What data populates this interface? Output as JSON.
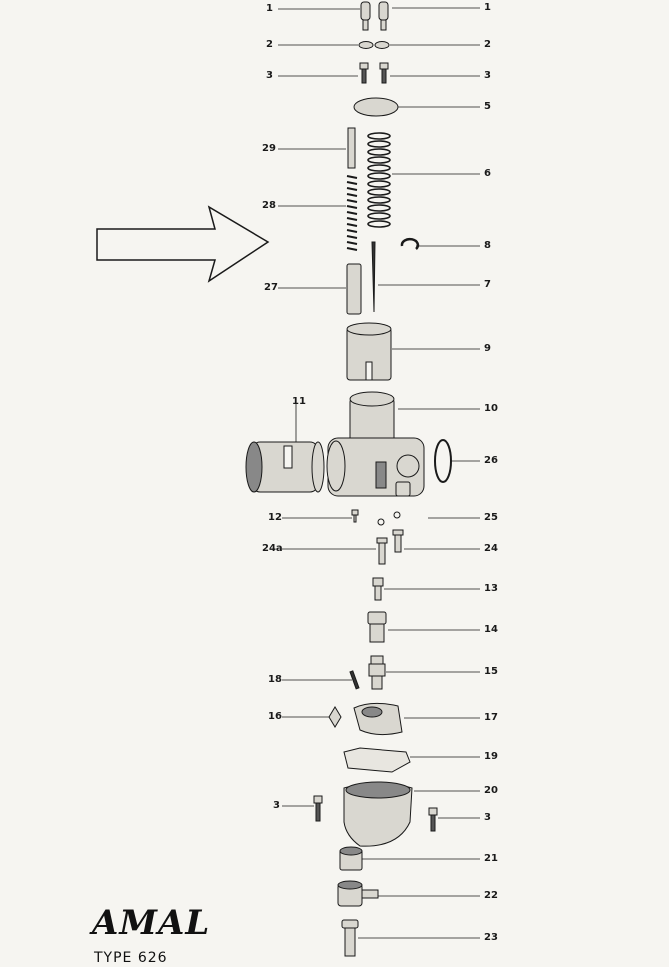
{
  "brand": "AMAL",
  "type_label": "TYPE 626",
  "left_labels": [
    "1",
    "2",
    "3",
    "29",
    "28",
    "27",
    "11",
    "12",
    "24a",
    "18",
    "16",
    "3"
  ],
  "right_labels": [
    "1",
    "2",
    "3",
    "5",
    "6",
    "8",
    "7",
    "9",
    "10",
    "26",
    "25",
    "24",
    "13",
    "14",
    "15",
    "17",
    "19",
    "20",
    "3",
    "21",
    "22",
    "23"
  ],
  "colors": {
    "ink": "#1a1a1a",
    "paper": "#f6f5f1",
    "metal": "#d9d7d0",
    "shadow": "#555555"
  }
}
